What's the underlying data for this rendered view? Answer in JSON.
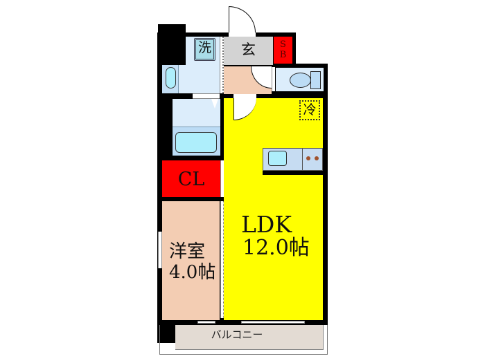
{
  "floorplan": {
    "rooms": {
      "washroom": {
        "label": "洗",
        "color": "#dcedfb"
      },
      "entrance": {
        "label": "玄",
        "color": "#d3d3d3"
      },
      "shoe_box": {
        "label_line1": "S",
        "label_line2": "B",
        "color": "#ff0000"
      },
      "refrigerator": {
        "label": "冷"
      },
      "closet": {
        "label": "CL",
        "color": "#ff0000"
      },
      "ldk": {
        "name": "LDK",
        "size": "12.0帖",
        "color": "#ffff00"
      },
      "western_room": {
        "name": "洋室",
        "size": "4.0帖",
        "color": "#f3cdb3"
      },
      "balcony": {
        "label": "バルコニー",
        "color": "#e3dbd3"
      }
    },
    "colors": {
      "wall": "#000000",
      "water_area": "#dcedfb",
      "fixture": "#aeeefb",
      "corridor": "#f3cdb3",
      "kitchen_counter": "#c6dcf2",
      "stove_dot": "#a0522d"
    }
  }
}
